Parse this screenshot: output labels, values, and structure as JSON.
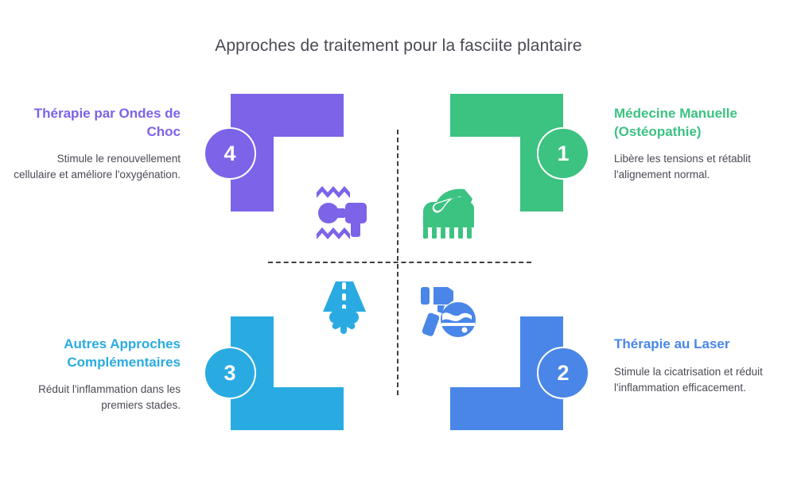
{
  "page": {
    "title": "Approches de traitement pour la fasciite plantaire",
    "background": "#ffffff"
  },
  "colors": {
    "purple": "#7c63e8",
    "green": "#3cc281",
    "cyan": "#29abe2",
    "blue": "#4a86e8",
    "title_text": "#4a4a55",
    "body_text": "#4a4a55",
    "divider": "#3f3f46"
  },
  "quadrants": {
    "top_left": {
      "number": "4",
      "heading": "Thérapie par Ondes de Choc",
      "body": "Stimule le renouvellement cellulaire et améliore l'oxygénation.",
      "color": "#7c63e8",
      "icon": "shockwave-gun-icon"
    },
    "top_right": {
      "number": "1",
      "heading": "Médecine Manuelle (Ostéopathie)",
      "body": "Libère les tensions et rétablit l'alignement normal.",
      "color": "#3cc281",
      "icon": "massage-hand-icon"
    },
    "bottom_left": {
      "number": "3",
      "heading": "Autres Approches Complémentaires",
      "body": "Réduit l'inflammation dans les premiers stades.",
      "color": "#29abe2",
      "icon": "cryotherapy-snowflake-icon"
    },
    "bottom_right": {
      "number": "2",
      "heading": "Thérapie au Laser",
      "body": "Stimule la cicatrisation et réduit l'inflammation efficacement.",
      "color": "#4a86e8",
      "icon": "laser-device-icon"
    }
  }
}
